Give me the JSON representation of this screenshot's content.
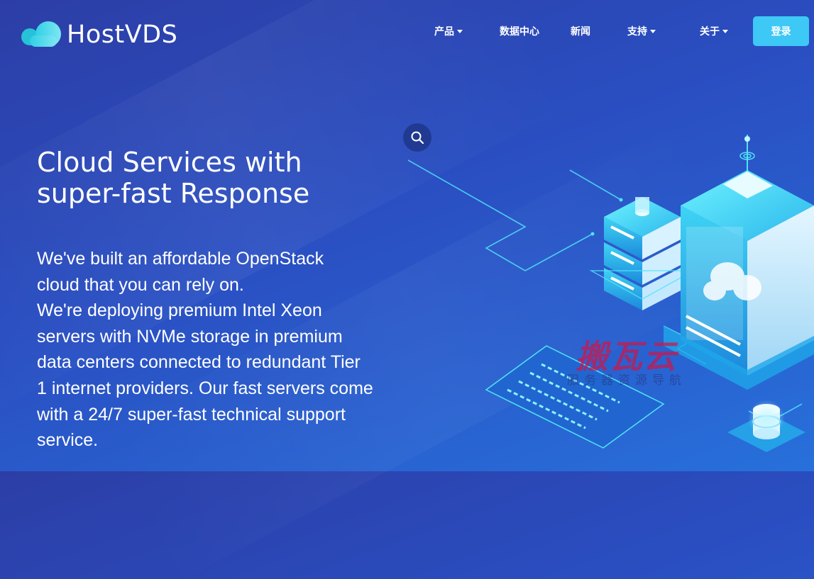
{
  "brand": {
    "name": "HostVDS",
    "icon": "cloud-logo-icon"
  },
  "nav": {
    "products": "产品",
    "datacenters": "数据中心",
    "news": "新闻",
    "support": "支持",
    "about": "关于",
    "login": "登录"
  },
  "hero": {
    "title_line1": "Cloud Services with",
    "title_line2": "super-fast Response",
    "desc_lines": [
      "We've built an affordable OpenStack",
      "cloud that you can rely on.",
      "We're deploying premium Intel Xeon",
      "servers with NVMe storage in premium",
      "data centers connected to redundant Tier",
      "1 internet providers. Our fast servers come",
      "with a 24/7 super-fast technical support",
      "service."
    ]
  },
  "search": {
    "icon": "search-icon"
  },
  "watermark": {
    "title": "搬瓦云",
    "subtitle": "服务器资源导航"
  },
  "colors": {
    "accent": "#3ec8f5",
    "background_top": "#2c3ea6",
    "background_bottom": "#2770db",
    "illustration_cyan": "#4fe3f7"
  }
}
